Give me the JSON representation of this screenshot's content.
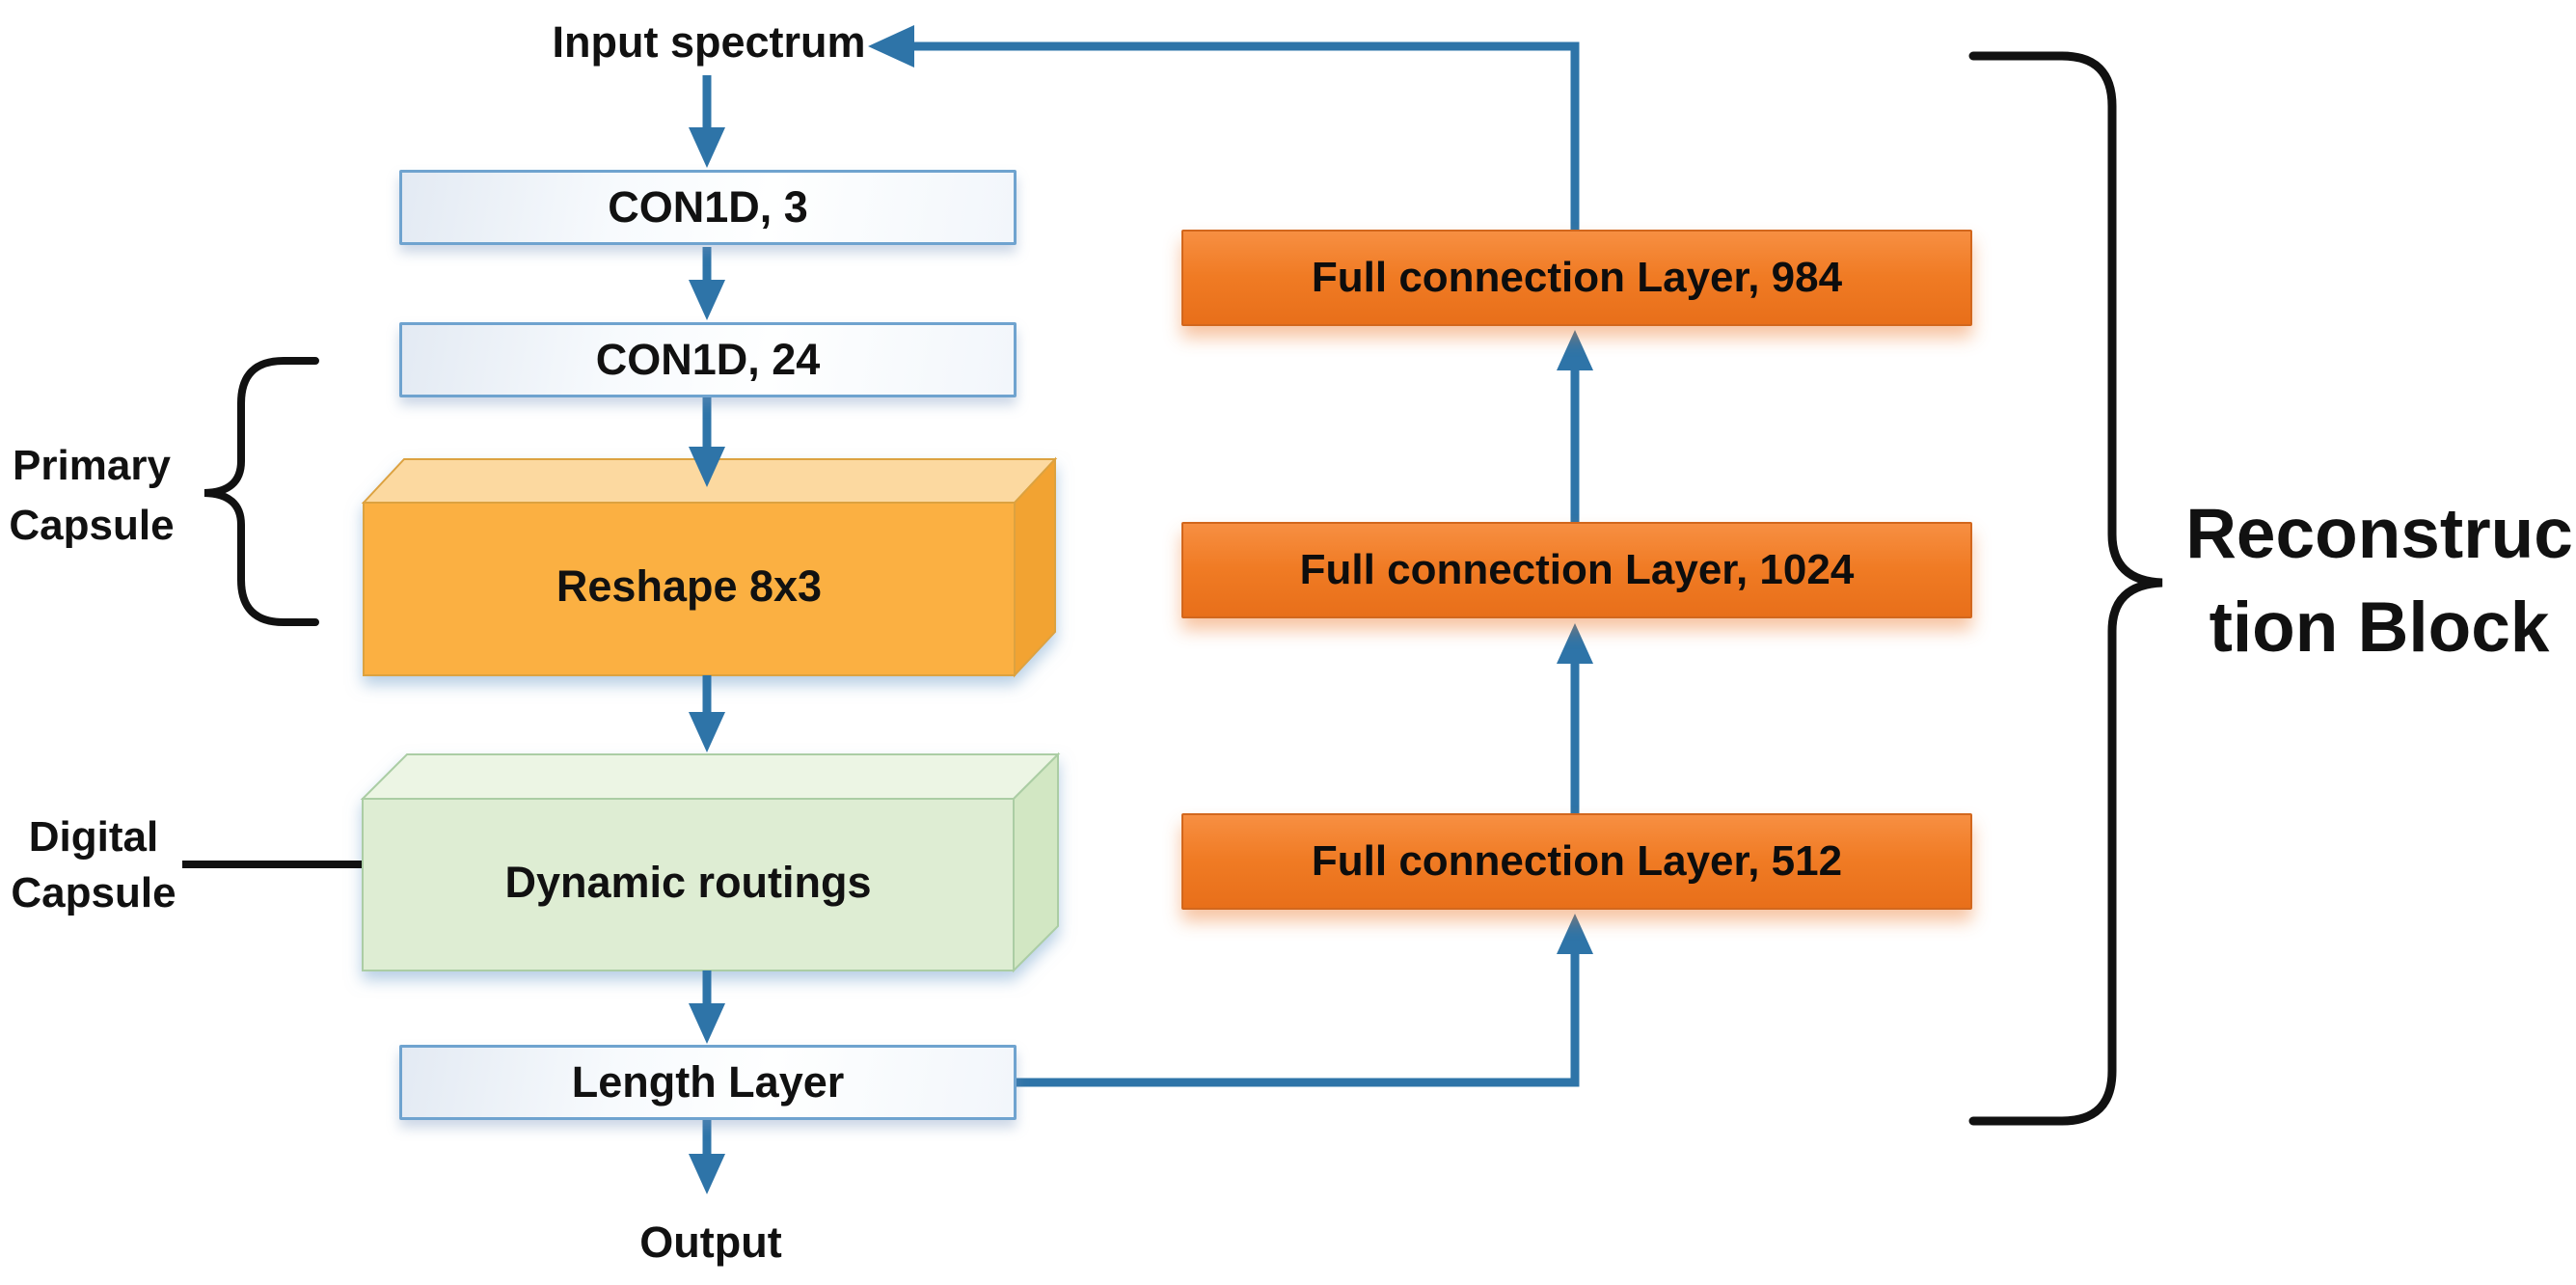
{
  "flow": {
    "input_label": "Input spectrum",
    "output_label": "Output",
    "nodes": [
      {
        "label": "CON1D, 3"
      },
      {
        "label": "CON1D, 24"
      },
      {
        "label": "Reshape 8x3"
      },
      {
        "label": "Dynamic routings"
      },
      {
        "label": "Length Layer"
      }
    ]
  },
  "reconstruction": {
    "fc_layers": [
      {
        "label": "Full connection Layer, 984"
      },
      {
        "label": "Full connection Layer, 1024"
      },
      {
        "label": "Full connection Layer, 512"
      }
    ],
    "brace_label_line1": "Reconstruc",
    "brace_label_line2": "tion Block"
  },
  "annotations": {
    "primary_capsule_line1": "Primary",
    "primary_capsule_line2": "Capsule",
    "digital_capsule_line1": "Digital",
    "digital_capsule_line2": "Capsule"
  },
  "colors": {
    "connector_blue": "#2E74A8",
    "flowbox_border_blue": "#6FA3CF",
    "orange_fill": "#F07B24",
    "yellow_front": "#FBB042",
    "yellow_top": "#FCD9A0",
    "yellow_side": "#F2A333",
    "green_front": "#DEEDD3",
    "green_top": "#ECF5E4",
    "green_side": "#D2E7C3",
    "annotation_black": "#111111"
  }
}
